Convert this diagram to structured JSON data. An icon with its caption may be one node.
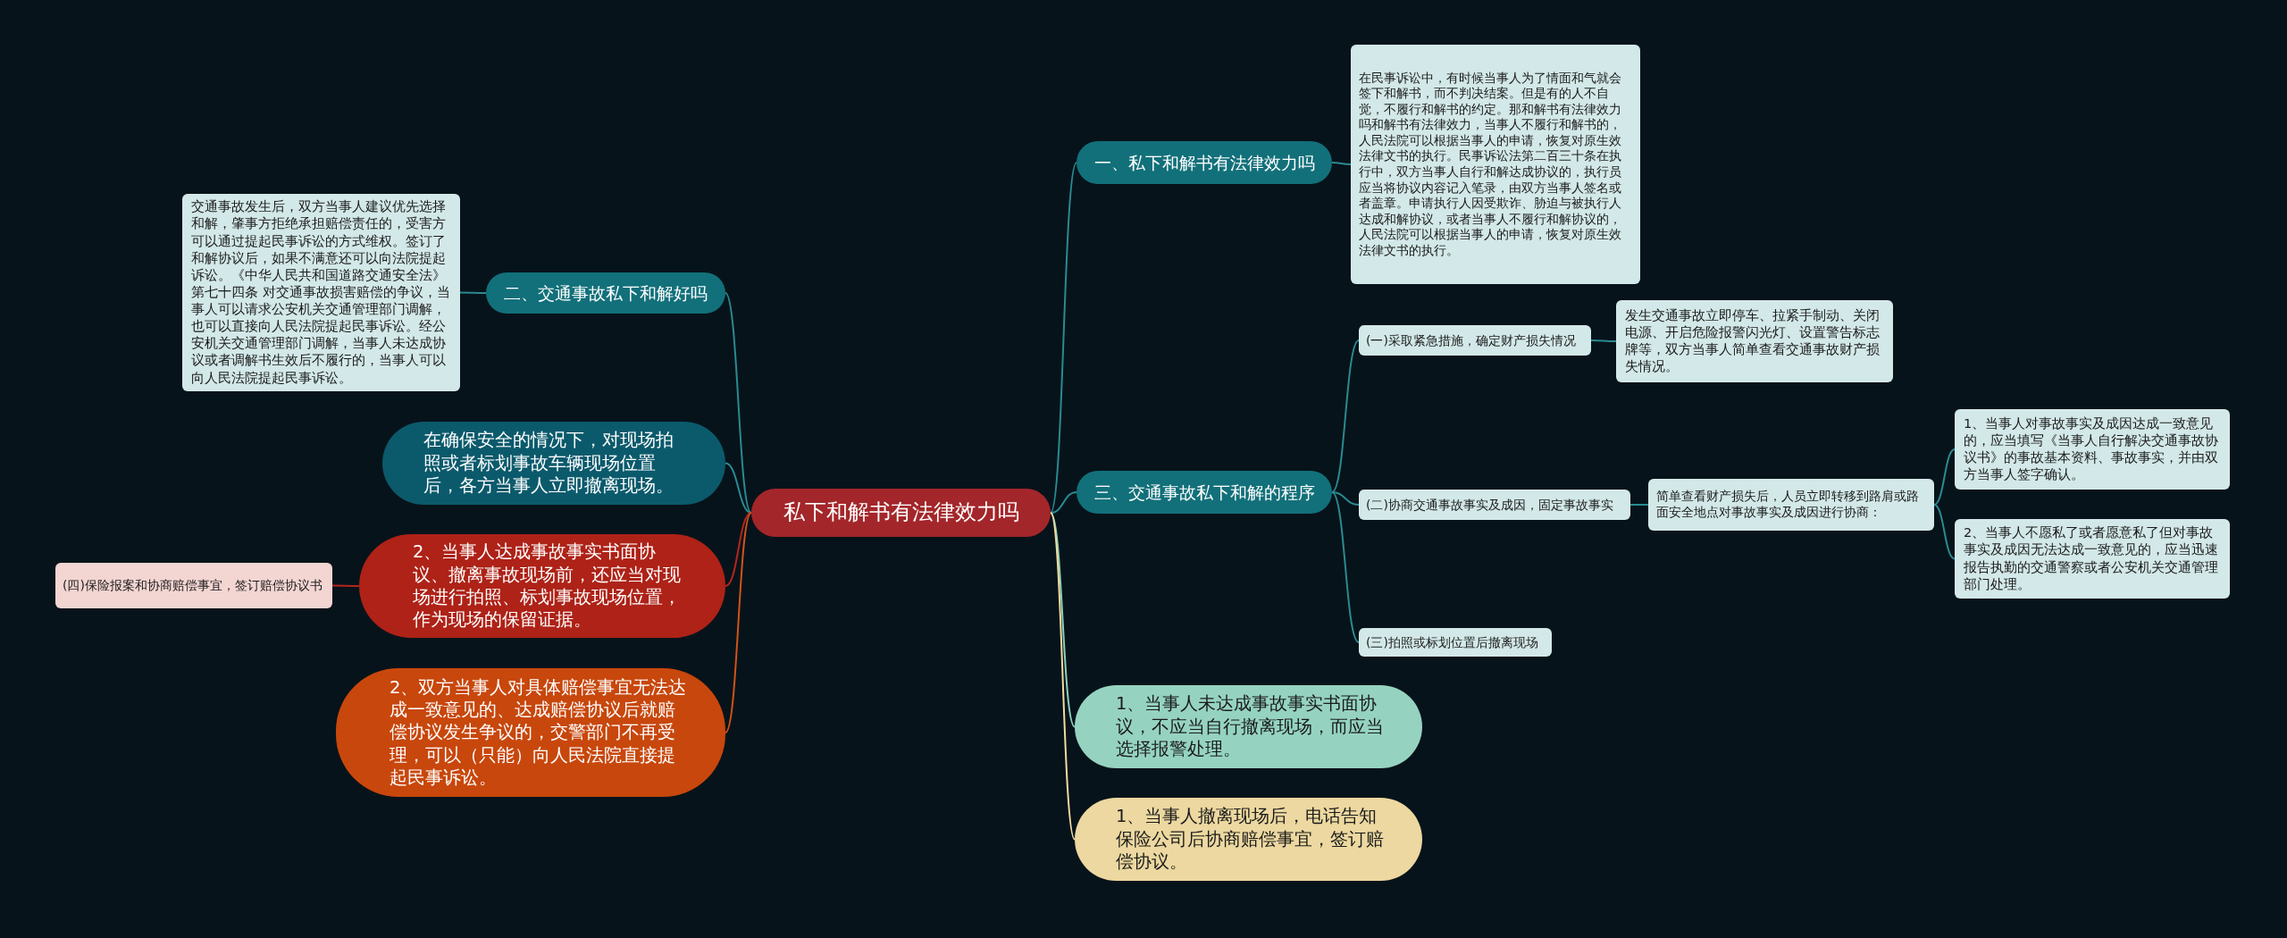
{
  "diagram": {
    "nodes": [
      {
        "text": [
          "私下和解书有法律效力吗"
        ]
      },
      {
        "text": [
          "一、私下和解书有法律效力吗"
        ]
      },
      {
        "text": [
          "在民事诉讼中，有时候当事人为了情面和气就会签下和解书，而不判决结案。但是有的人不自觉，不履行和解书的约定。那和解书有法律效力吗和解书有法律效力，当事人不履行和解书的，人民法院可以根据当事人的申请，恢复对原生效法律文书的执行。民事诉讼法第二百三十条在执行中，双方当事人自行和解达成协议的，执行员应当将协议内容记入笔录，由双方当事人签名或者盖章。申请执行人因受欺诈、胁迫与被执行人达成和解协议，或者当事人不履行和解协议的，人民法院可以根据当事人的申请，恢复对原生效法律文书的执行。"
        ]
      },
      {
        "text": [
          "二、交通事故私下和解好吗"
        ]
      },
      {
        "text": [
          "交通事故发生后，双方当事人建议优先选择和解，肇事方拒绝承担赔偿责任的，受害方可以通过提起民事诉讼的方式维权。签订了和解协议后，如果不满意还可以向法院提起诉讼。《中华人民共和国道路交通安全法》第七十四条 对交通事故损害赔偿的争议，当事人可以请求公安机关交通管理部门调解，也可以直接向人民法院提起民事诉讼。经公安机关交通管理部门调解，当事人未达成协议或者调解书生效后不履行的，当事人可以向人民法院提起民事诉讼。"
        ]
      },
      {
        "text": [
          "在确保安全的情况下，对现场拍照或者标划事故车辆现场位置后，各方当事人立即撤离现场。"
        ]
      },
      {
        "text": [
          "2、当事人达成事故事实书面协议、撤离事故现场前，还应当对现场进行拍照、标划事故现场位置，作为现场的保留证据。"
        ]
      },
      {
        "text": [
          "(四)保险报案和协商赔偿事宜，签订赔偿协议书"
        ]
      },
      {
        "text": [
          "2、双方当事人对具体赔偿事宜无法达成一致意见的、达成赔偿协议后就赔偿协议发生争议的，交警部门不再受理，可以（只能）向人民法院直接提起民事诉讼。"
        ]
      },
      {
        "text": [
          "三、交通事故私下和解的程序"
        ]
      },
      {
        "text": [
          "(一)采取紧急措施，确定财产损失情况"
        ]
      },
      {
        "text": [
          "发生交通事故立即停车、拉紧手制动、关闭电源、开启危险报警闪光灯、设置警告标志牌等，双方当事人简单查看交通事故财产损失情况。"
        ]
      },
      {
        "text": [
          "(二)协商交通事故事实及成因，固定事故事实"
        ]
      },
      {
        "text": [
          "简单查看财产损失后，人员立即转移到路肩或路面安全地点对事故事实及成因进行协商："
        ]
      },
      {
        "text": [
          "1、当事人对事故事实及成因达成一致意见的，应当填写《当事人自行解决交通事故协议书》的事故基本资料、事故事实，并由双方当事人签字确认。"
        ]
      },
      {
        "text": [
          "2、当事人不愿私了或者愿意私了但对事故事实及成因无法达成一致意见的，应当迅速报告执勤的交通警察或者公安机关交通管理部门处理。"
        ]
      },
      {
        "text": [
          "(三)拍照或标划位置后撤离现场"
        ]
      },
      {
        "text": [
          "1、当事人未达成事故事实书面协议，不应当自行撤离现场，而应当选择报警处理。"
        ]
      },
      {
        "text": [
          "1、当事人撤离现场后，电话告知保险公司后协商赔偿事宜，签订赔偿协议。"
        ]
      }
    ],
    "edges": [
      {
        "from": 0,
        "to": 1,
        "arrow": "none"
      },
      {
        "from": 1,
        "to": 2,
        "arrow": "none"
      },
      {
        "from": 0,
        "to": 3,
        "arrow": "none"
      },
      {
        "from": 3,
        "to": 4,
        "arrow": "none"
      },
      {
        "from": 0,
        "to": 5,
        "arrow": "none"
      },
      {
        "from": 0,
        "to": 6,
        "arrow": "none",
        "color": "#b3261e"
      },
      {
        "from": 6,
        "to": 7,
        "arrow": "none",
        "color": "#b3261e"
      },
      {
        "from": 0,
        "to": 8,
        "arrow": "none",
        "color": "#d0541a"
      },
      {
        "from": 0,
        "to": 9,
        "arrow": "none"
      },
      {
        "from": 9,
        "to": 10,
        "arrow": "none"
      },
      {
        "from": 10,
        "to": 11,
        "arrow": "none"
      },
      {
        "from": 9,
        "to": 12,
        "arrow": "none"
      },
      {
        "from": 12,
        "to": 13,
        "arrow": "none"
      },
      {
        "from": 13,
        "to": 14,
        "arrow": "none"
      },
      {
        "from": 13,
        "to": 15,
        "arrow": "none"
      },
      {
        "from": 9,
        "to": 16,
        "arrow": "none"
      },
      {
        "from": 0,
        "to": 17,
        "arrow": "none",
        "color": "#8fd1bd"
      },
      {
        "from": 0,
        "to": 18,
        "arrow": "none",
        "color": "#f0dca0"
      }
    ]
  }
}
